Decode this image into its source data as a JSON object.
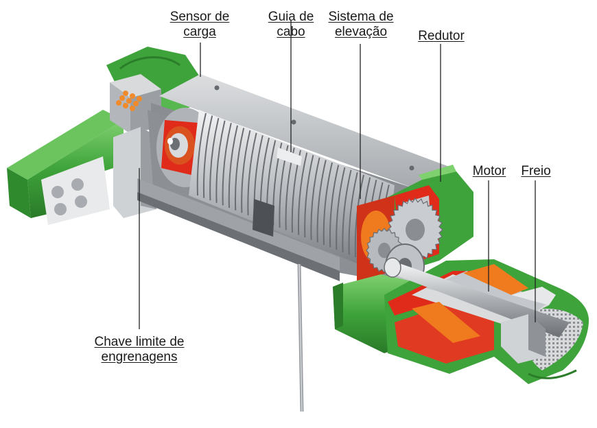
{
  "labels": {
    "sensor_de_carga": [
      "Sensor de",
      "carga"
    ],
    "guia_de_cabo": [
      "Guia de",
      "cabo"
    ],
    "sistema_de_elevacao": [
      "Sistema de",
      "elevação"
    ],
    "redutor": [
      "Redutor"
    ],
    "motor": [
      "Motor"
    ],
    "freio": [
      "Freio"
    ],
    "chave_limite": [
      "Chave limite de",
      "engrenagens"
    ]
  },
  "colors": {
    "housing_green": "#3ea33a",
    "housing_green_dark": "#2b7d2a",
    "housing_green_light": "#6cc45f",
    "section_red": "#e02a1a",
    "accent_orange": "#f07a1e",
    "steel": "#b9bcc0",
    "steel_dark": "#7d8186",
    "steel_light": "#e3e5e7"
  }
}
